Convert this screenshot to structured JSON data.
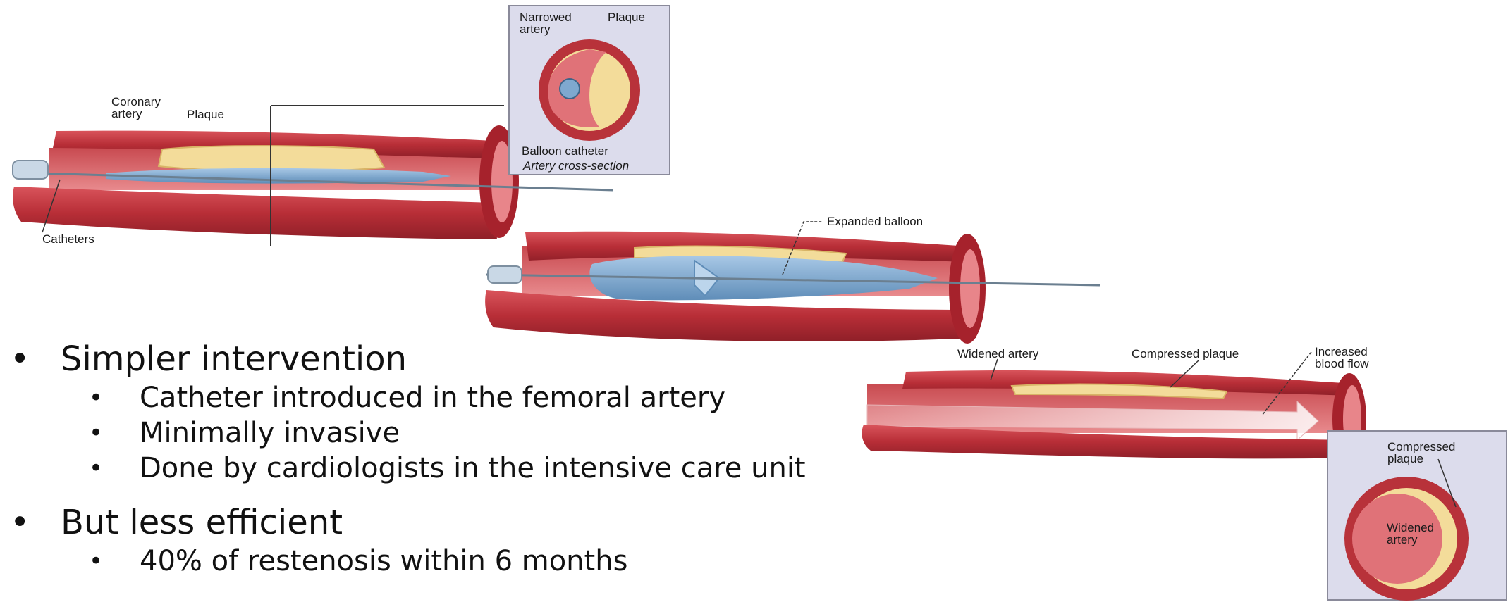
{
  "diagram": {
    "step1": {
      "coronary_artery": "Coronary\nartery",
      "plaque": "Plaque",
      "catheters": "Catheters"
    },
    "cross_section_1": {
      "narrowed_artery": "Narrowed\nartery",
      "plaque": "Plaque",
      "balloon_catheter": "Balloon catheter",
      "caption": "Artery cross-section"
    },
    "step2": {
      "expanded_balloon": "Expanded balloon"
    },
    "step3": {
      "widened_artery": "Widened artery",
      "compressed_plaque": "Compressed plaque",
      "increased_blood_flow": "Increased\nblood flow"
    },
    "cross_section_2": {
      "compressed_plaque": "Compressed\nplaque",
      "widened_artery": "Widened\nartery"
    }
  },
  "bullets": [
    {
      "text": "Simpler intervention",
      "children": [
        "Catheter introduced in the femoral artery",
        "Minimally invasive",
        "Done by cardiologists in the intensive care unit"
      ]
    },
    {
      "text": "But less efficient",
      "children": [
        "40% of restenosis within 6 months"
      ]
    }
  ],
  "colors": {
    "artery_outer": "#b8323a",
    "artery_inner": "#e0666c",
    "plaque": "#f3dc9a",
    "balloon": "#7fa8cf",
    "inset_bg": "#dcdcec"
  }
}
